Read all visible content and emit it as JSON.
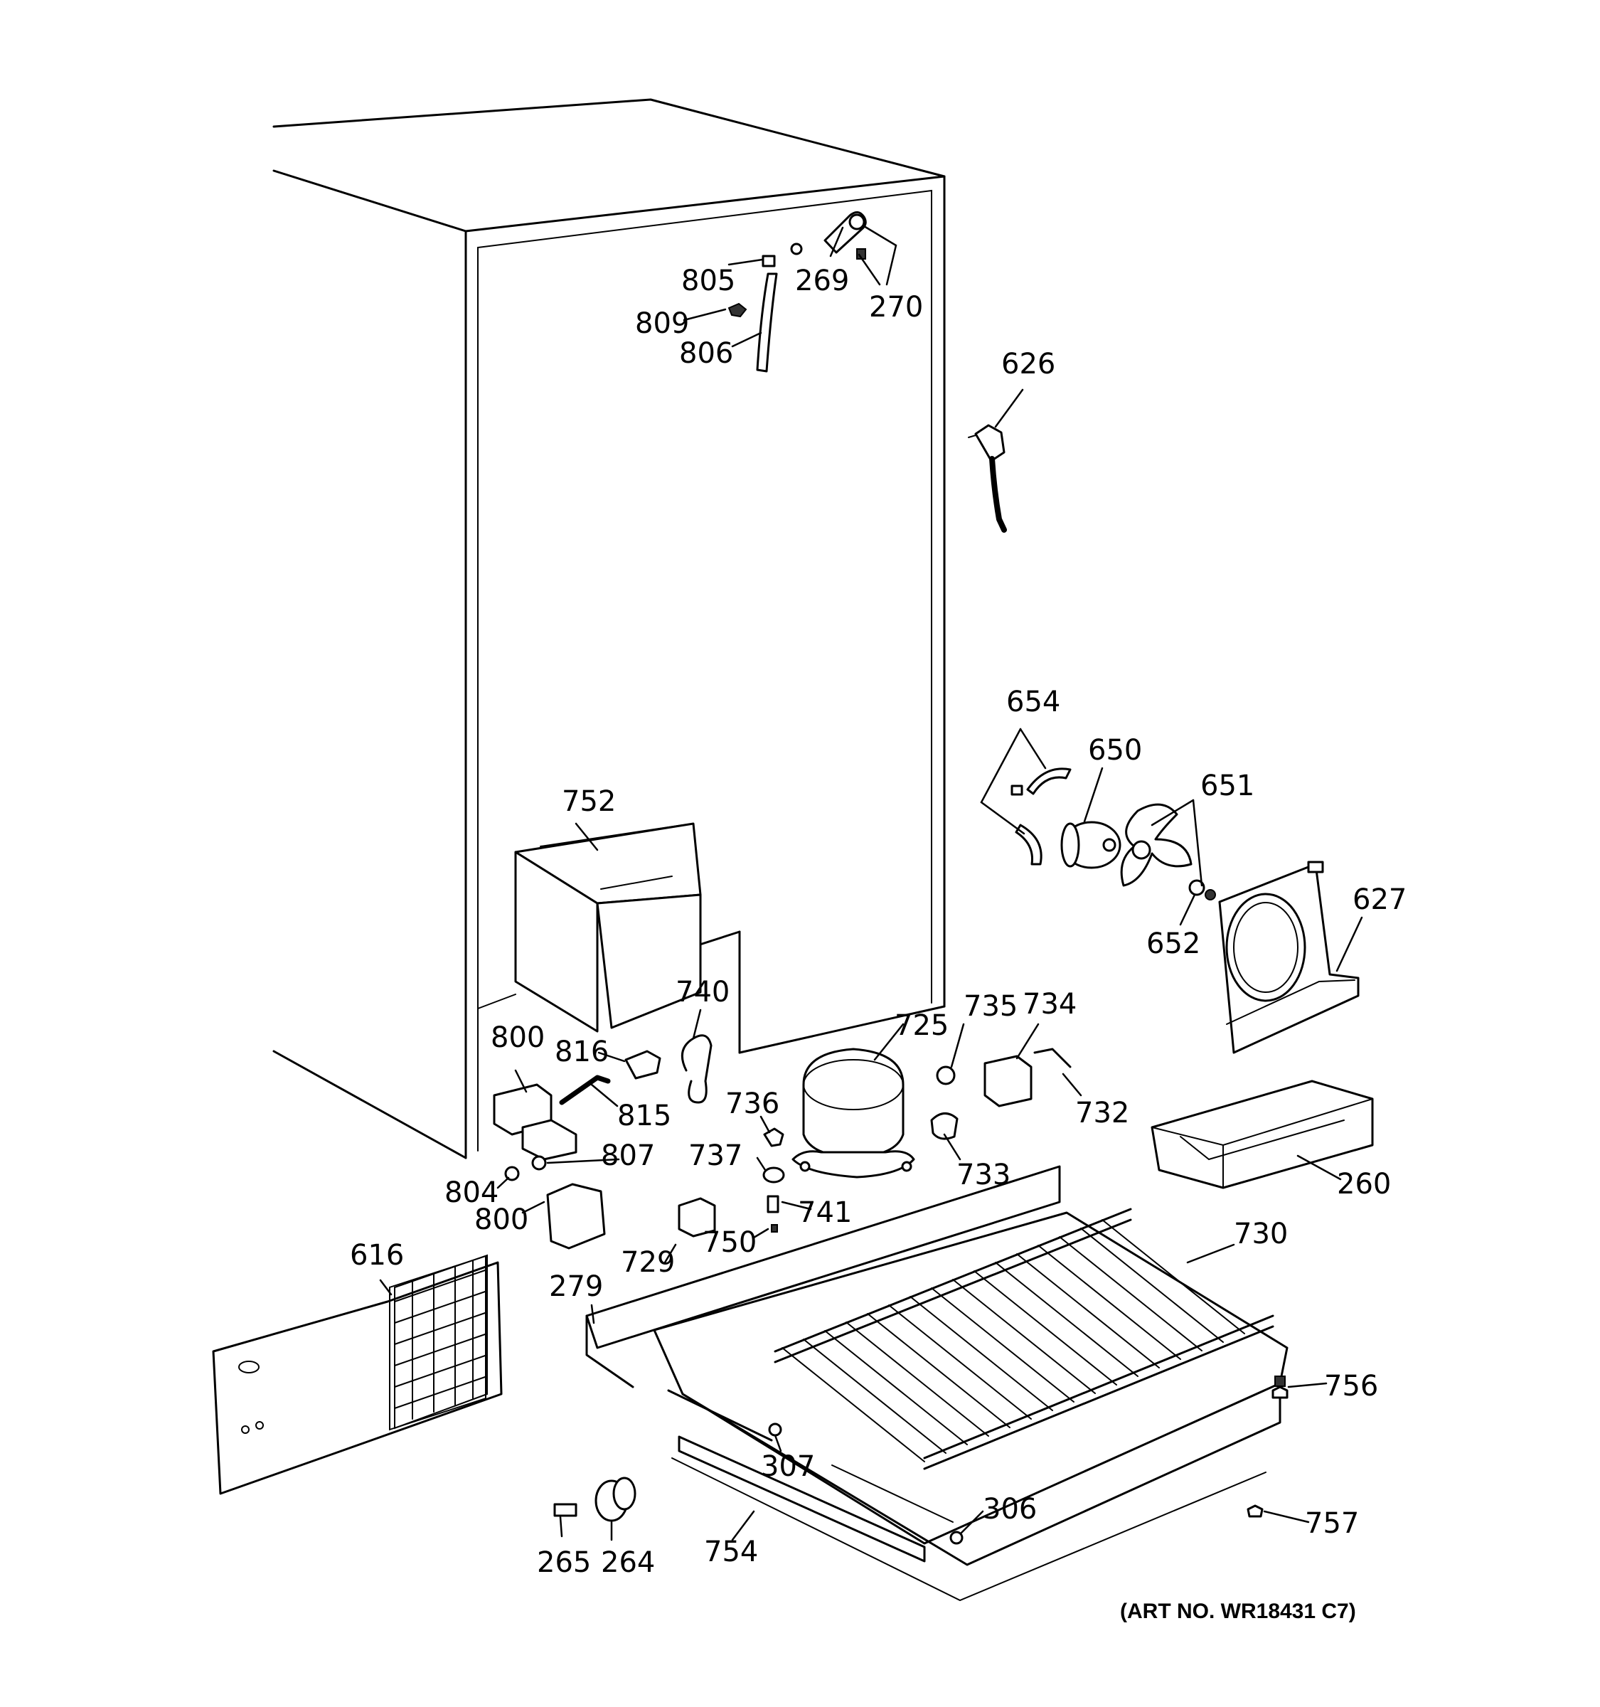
{
  "art_number": "(ART NO. WR18431 C7)",
  "callouts": [
    {
      "id": "c805",
      "text": "805"
    },
    {
      "id": "c269",
      "text": "269"
    },
    {
      "id": "c270",
      "text": "270"
    },
    {
      "id": "c809",
      "text": "809"
    },
    {
      "id": "c806",
      "text": "806"
    },
    {
      "id": "c626",
      "text": "626"
    },
    {
      "id": "c654",
      "text": "654"
    },
    {
      "id": "c650",
      "text": "650"
    },
    {
      "id": "c651",
      "text": "651"
    },
    {
      "id": "c752",
      "text": "752"
    },
    {
      "id": "c627",
      "text": "627"
    },
    {
      "id": "c652",
      "text": "652"
    },
    {
      "id": "c740",
      "text": "740"
    },
    {
      "id": "c735",
      "text": "735"
    },
    {
      "id": "c734",
      "text": "734"
    },
    {
      "id": "c725",
      "text": "725"
    },
    {
      "id": "c800a",
      "text": "800"
    },
    {
      "id": "c816",
      "text": "816"
    },
    {
      "id": "c732",
      "text": "732"
    },
    {
      "id": "c815",
      "text": "815"
    },
    {
      "id": "c736",
      "text": "736"
    },
    {
      "id": "c260",
      "text": "260"
    },
    {
      "id": "c737",
      "text": "737"
    },
    {
      "id": "c807",
      "text": "807"
    },
    {
      "id": "c733",
      "text": "733"
    },
    {
      "id": "c804",
      "text": "804"
    },
    {
      "id": "c741",
      "text": "741"
    },
    {
      "id": "c800b",
      "text": "800"
    },
    {
      "id": "c750",
      "text": "750"
    },
    {
      "id": "c730",
      "text": "730"
    },
    {
      "id": "c729",
      "text": "729"
    },
    {
      "id": "c616",
      "text": "616"
    },
    {
      "id": "c279",
      "text": "279"
    },
    {
      "id": "c756",
      "text": "756"
    },
    {
      "id": "c307",
      "text": "307"
    },
    {
      "id": "c306",
      "text": "306"
    },
    {
      "id": "c757",
      "text": "757"
    },
    {
      "id": "c754",
      "text": "754"
    },
    {
      "id": "c265",
      "text": "265"
    },
    {
      "id": "c264",
      "text": "264"
    }
  ]
}
